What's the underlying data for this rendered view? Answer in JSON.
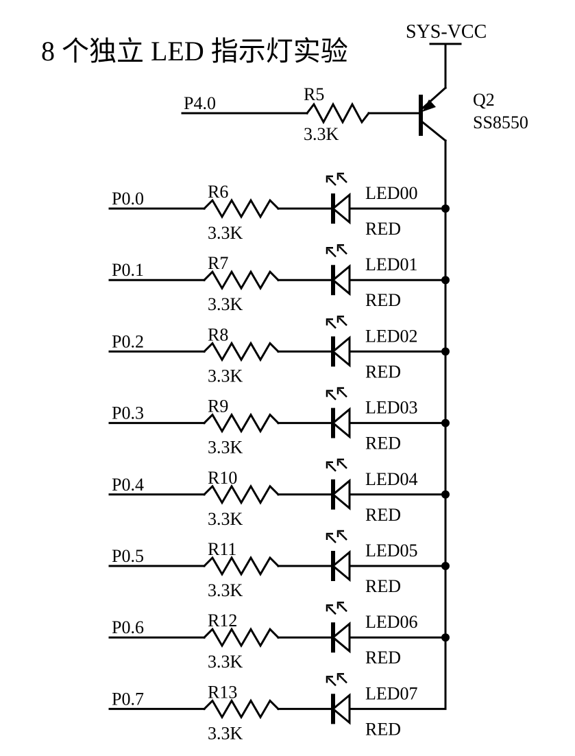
{
  "title": "8 个独立 LED 指示灯实验",
  "supply": {
    "label": "SYS-VCC"
  },
  "transistor": {
    "ref": "Q2",
    "part": "SS8550",
    "base_net": "P4.0",
    "base_resistor": {
      "ref": "R5",
      "value": "3.3K"
    }
  },
  "channels": [
    {
      "net": "P0.0",
      "resistor": "R6",
      "res_value": "3.3K",
      "led": "LED00",
      "color": "RED"
    },
    {
      "net": "P0.1",
      "resistor": "R7",
      "res_value": "3.3K",
      "led": "LED01",
      "color": "RED"
    },
    {
      "net": "P0.2",
      "resistor": "R8",
      "res_value": "3.3K",
      "led": "LED02",
      "color": "RED"
    },
    {
      "net": "P0.3",
      "resistor": "R9",
      "res_value": "3.3K",
      "led": "LED03",
      "color": "RED"
    },
    {
      "net": "P0.4",
      "resistor": "R10",
      "res_value": "3.3K",
      "led": "LED04",
      "color": "RED"
    },
    {
      "net": "P0.5",
      "resistor": "R11",
      "res_value": "3.3K",
      "led": "LED05",
      "color": "RED"
    },
    {
      "net": "P0.6",
      "resistor": "R12",
      "res_value": "3.3K",
      "led": "LED06",
      "color": "RED"
    },
    {
      "net": "P0.7",
      "resistor": "R13",
      "res_value": "3.3K",
      "led": "LED07",
      "color": "RED"
    }
  ]
}
